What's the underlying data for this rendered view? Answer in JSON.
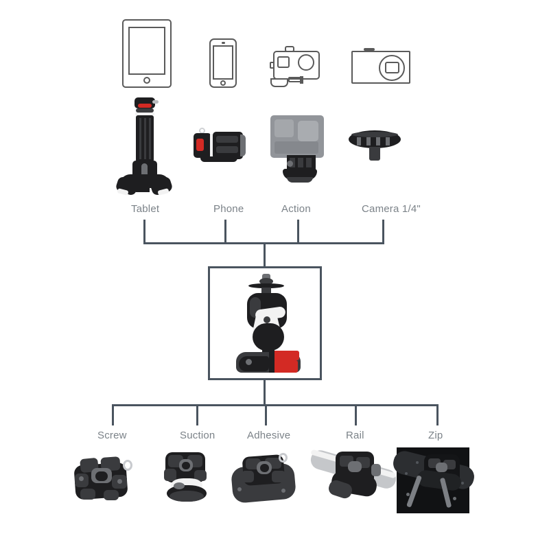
{
  "diagram": {
    "title": "Mount compatibility diagram",
    "line_color": "#4a545f",
    "label_color": "#7b8288",
    "accent_color": "#d32a24",
    "background": "#ffffff"
  },
  "top_devices": [
    {
      "id": "tablet-device",
      "icon": "tablet-icon"
    },
    {
      "id": "phone-device",
      "icon": "smartphone-icon"
    },
    {
      "id": "action-camera-device",
      "icon": "action-camera-icon"
    },
    {
      "id": "compact-camera-device",
      "icon": "compact-camera-icon"
    }
  ],
  "adapters": [
    {
      "id": "tablet-adapter",
      "icon": "tablet-clamp-icon"
    },
    {
      "id": "phone-adapter",
      "icon": "phone-clamp-icon"
    },
    {
      "id": "action-adapter",
      "icon": "action-housing-icon"
    },
    {
      "id": "camera-adapter",
      "icon": "quarter-inch-screw-icon"
    }
  ],
  "top_nodes": [
    {
      "label": "Tablet"
    },
    {
      "label": "Phone"
    },
    {
      "label": "Action"
    },
    {
      "label": "Camera 1/4\""
    }
  ],
  "center": {
    "name": "ball-head-mount",
    "icon": "ball-head-mount-photo"
  },
  "bottom_nodes": [
    {
      "label": "Screw"
    },
    {
      "label": "Suction"
    },
    {
      "label": "Adhesive"
    },
    {
      "label": "Rail"
    },
    {
      "label": "Zip"
    }
  ],
  "bottom_mounts": [
    {
      "id": "screw-mount",
      "icon": "screw-mount-photo"
    },
    {
      "id": "suction-mount",
      "icon": "suction-cup-mount-photo"
    },
    {
      "id": "adhesive-mount",
      "icon": "adhesive-pad-mount-photo"
    },
    {
      "id": "rail-mount",
      "icon": "rail-clamp-mount-photo"
    },
    {
      "id": "zip-mount",
      "icon": "zip-tie-mount-photo"
    }
  ]
}
